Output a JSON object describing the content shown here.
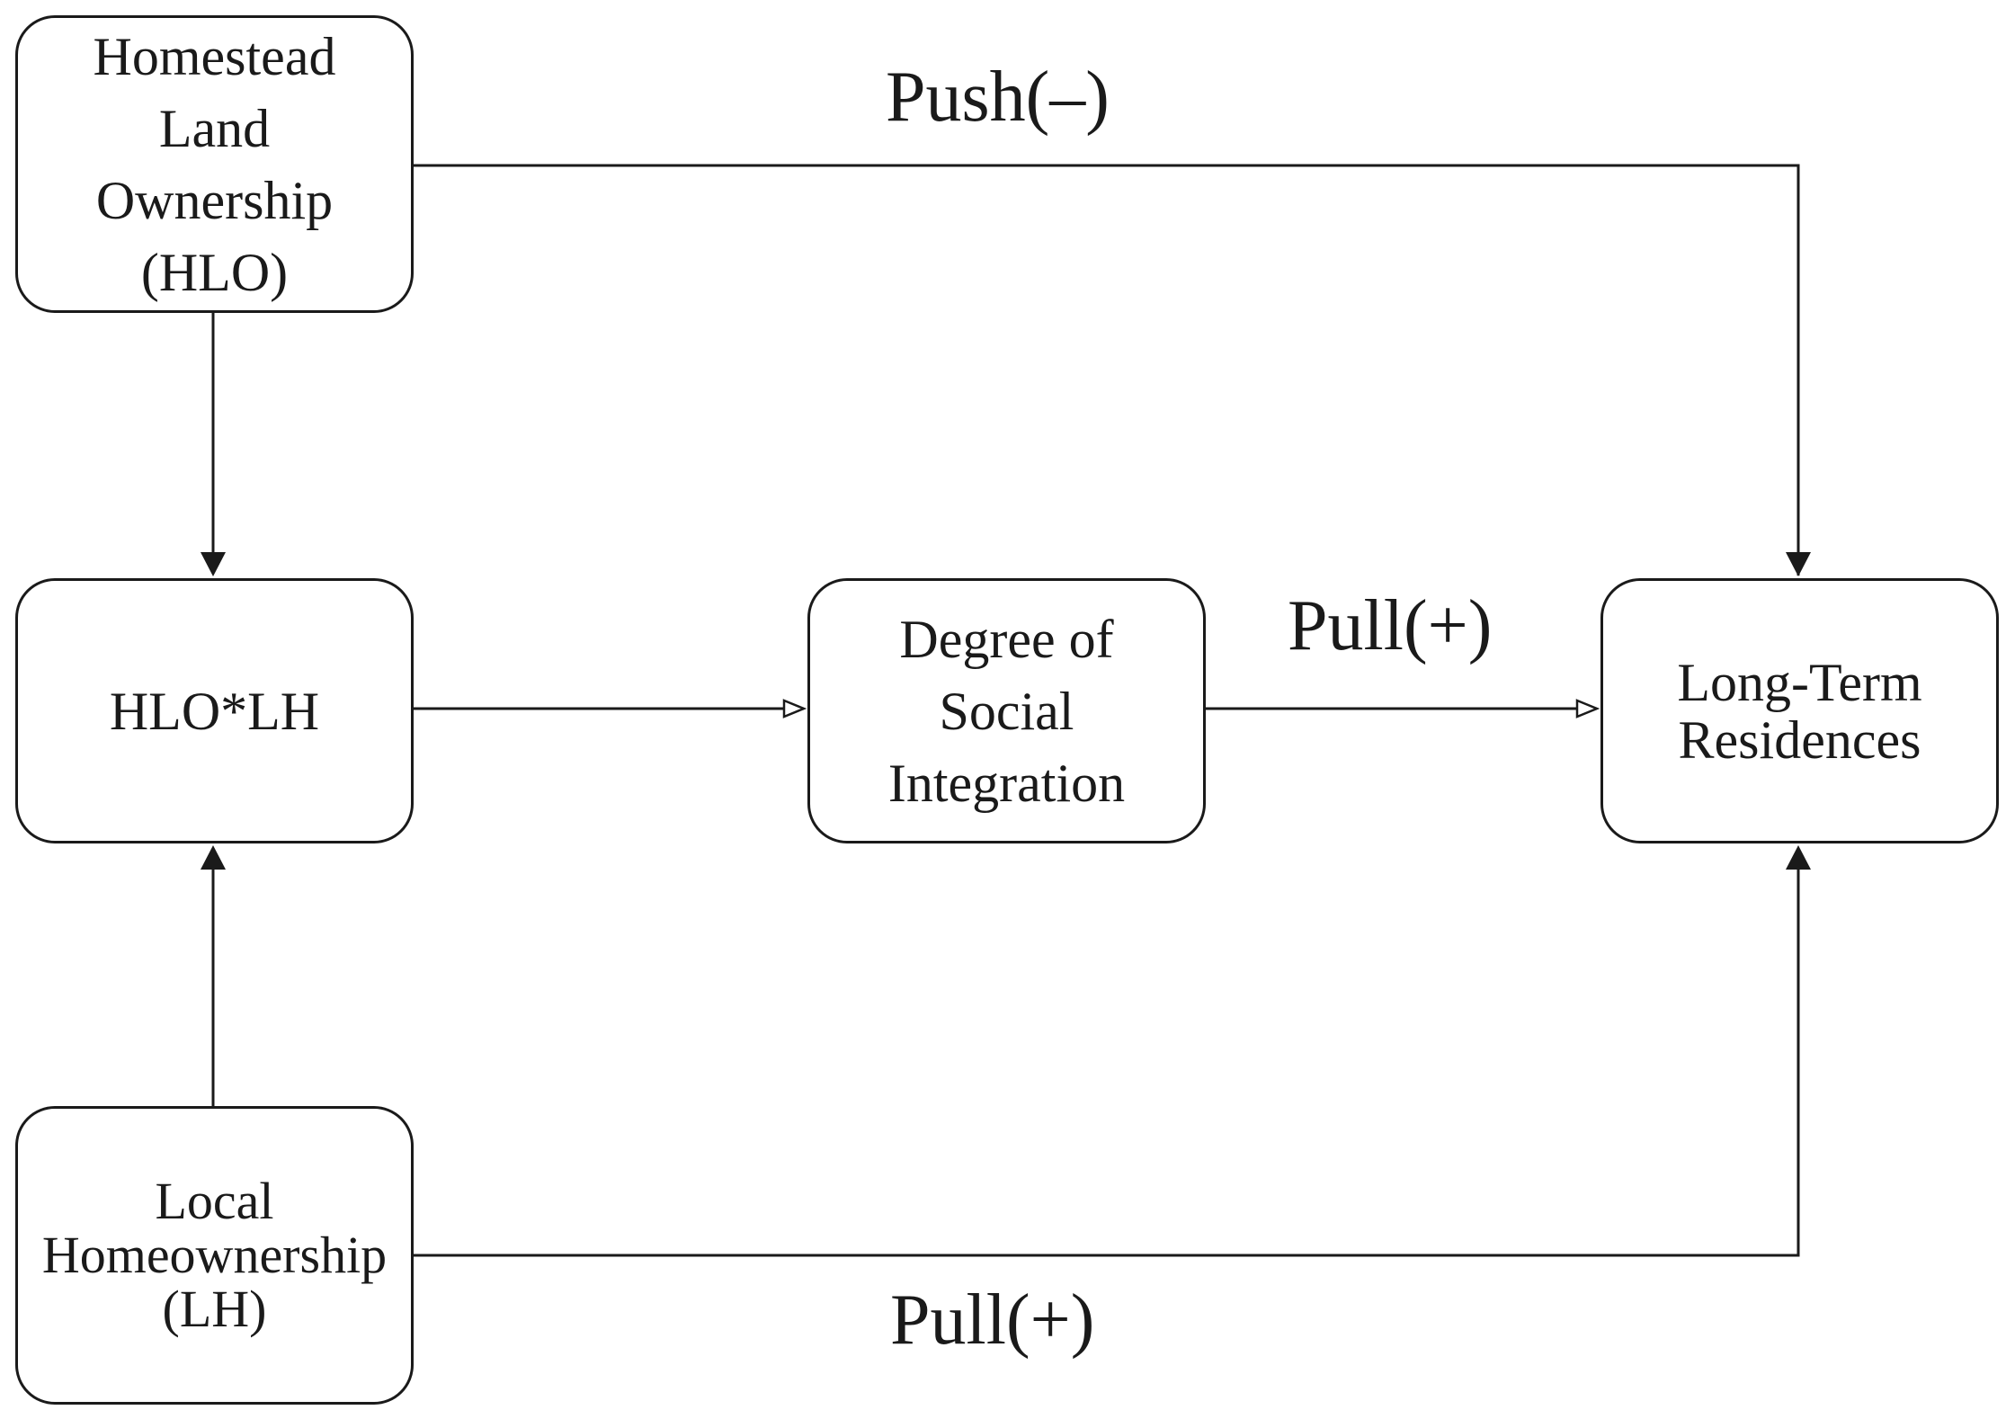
{
  "boxes": {
    "hlo": {
      "lines": [
        "Homestead",
        "Land",
        "Ownership",
        "(HLO)"
      ]
    },
    "inter": {
      "lines": [
        "HLO*LH"
      ]
    },
    "social": {
      "lines": [
        "Degree of",
        "Social",
        "Integration"
      ]
    },
    "ltr": {
      "lines": [
        "Long-Term",
        "Residences"
      ]
    },
    "lh": {
      "lines": [
        "Local",
        "Homeownership",
        "(LH)"
      ]
    }
  },
  "labels": {
    "push": "Push(–)",
    "pull_social": "Pull(+)",
    "pull_lh": "Pull(+)"
  },
  "colors": {
    "stroke": "#1a1a1a",
    "background": "#ffffff"
  }
}
